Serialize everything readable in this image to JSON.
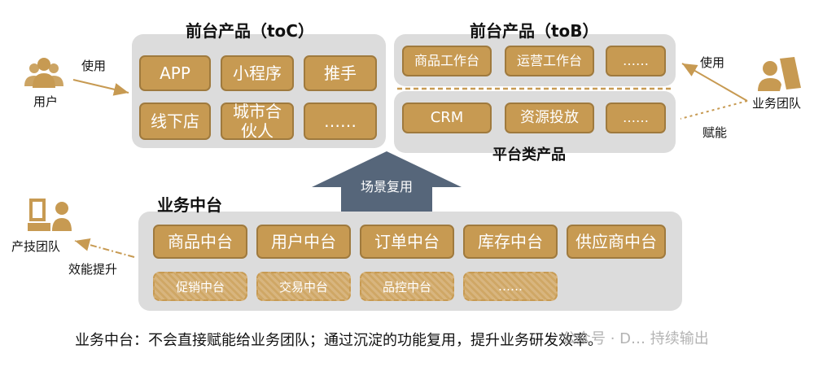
{
  "toC": {
    "title": "前台产品（toC）",
    "boxes": [
      "APP",
      "小程序",
      "推手",
      "线下店",
      "城市合\n伙人",
      "……"
    ]
  },
  "toB": {
    "title": "前台产品（toB）",
    "top_boxes": [
      "商品工作台",
      "运营工作台",
      "……"
    ],
    "bottom_boxes": [
      "CRM",
      "资源投放",
      "……"
    ],
    "platform_title": "平台类产品"
  },
  "arrow_label": "场景复用",
  "middle": {
    "title": "业务中台",
    "main_boxes": [
      "商品中台",
      "用户中台",
      "订单中台",
      "库存中台",
      "供应商中台"
    ],
    "sub_boxes": [
      "促销中台",
      "交易中台",
      "品控中台",
      "……"
    ]
  },
  "actors": {
    "user": "用户",
    "user_action": "使用",
    "biz_team": "业务团队",
    "biz_use": "使用",
    "biz_empower": "赋能",
    "dev_team": "产技团队",
    "dev_action": "效能提升"
  },
  "caption": "业务中台：不会直接赋能给业务团队；通过沉淀的功能复用，提升业务研发效率。",
  "watermark": "公众号 · D… 持续输出",
  "colors": {
    "box": "#c79a52",
    "panel": "#dcdcdc",
    "arrow": "#56667a",
    "icon": "#c79a52"
  }
}
